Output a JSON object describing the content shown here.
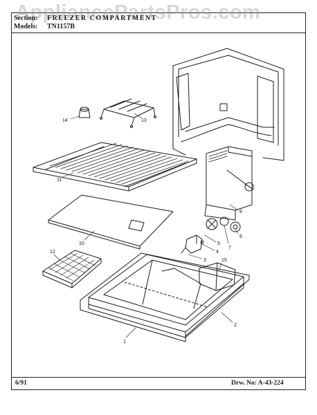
{
  "watermark": "AppliancePartsPros.com",
  "header": {
    "section_label": "Section:",
    "section_value": "FREEZER COMPARTMENT",
    "models_label": "Models:",
    "models_value": "TN1157B"
  },
  "footer": {
    "date": "6/91",
    "drawing_number": "Drw. No: A-43-224"
  },
  "callouts": [
    "1",
    "2",
    "3",
    "4",
    "5",
    "6",
    "7",
    "8",
    "10",
    "11",
    "12",
    "13",
    "14",
    "15"
  ]
}
